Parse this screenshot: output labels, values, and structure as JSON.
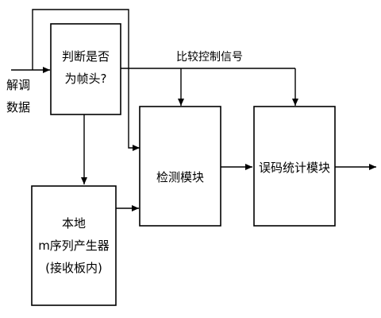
{
  "input_label": [
    "解调",
    "数据"
  ],
  "control_signal_label": "比较控制信号",
  "blocks": {
    "frame_check": [
      "判断是否",
      "为帧头?"
    ],
    "local_generator": [
      "本地",
      "m序列产生器",
      "(接收板内)"
    ],
    "detection": "检测模块",
    "error_stats": "误码统计模块"
  }
}
